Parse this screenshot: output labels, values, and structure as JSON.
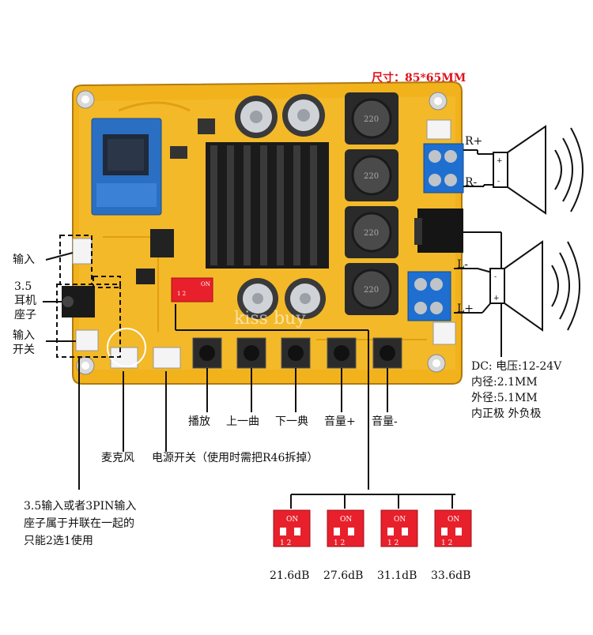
{
  "size_note": "尺寸：85*65MM",
  "board": {
    "inductor_marking": "220",
    "dip_on": "ON",
    "dip_nums": "1 2",
    "watermark": "kiss  buy"
  },
  "labels": {
    "input": "输入",
    "jack": "3.5\n耳机\n座子",
    "input_switch": "输入\n开关",
    "r_plus": "R+",
    "r_minus": "R-",
    "l_minus": "L-",
    "l_plus": "L+",
    "dc": "DC: 电压:12-24V\n内径:2.1MM\n外径:5.1MM\n内正极 外负极",
    "btn_play": "播放",
    "btn_prev": "上一曲",
    "btn_next": "下一典",
    "btn_vol_up": "音量+",
    "btn_vol_down": "音量-",
    "mic": "麦克风",
    "power_switch": "电源开关（使用时需把R46拆掉）",
    "note_35": "3.5输入或者3PIN输入\n座子属于并联在一起的\n只能2选1使用"
  },
  "gains": [
    {
      "label": "21.6dB",
      "switch": "ON",
      "nums": "1 2"
    },
    {
      "label": "27.6dB",
      "switch": "ON",
      "nums": "1 2"
    },
    {
      "label": "31.1dB",
      "switch": "ON",
      "nums": "1 2"
    },
    {
      "label": "33.6dB",
      "switch": "ON",
      "nums": "1 2"
    }
  ],
  "colors": {
    "board": "#f2b21c",
    "heatsink": "#1b1b1b",
    "terminal": "#1f6fd0",
    "dip": "#e8202c",
    "text_red": "#e0101a"
  }
}
